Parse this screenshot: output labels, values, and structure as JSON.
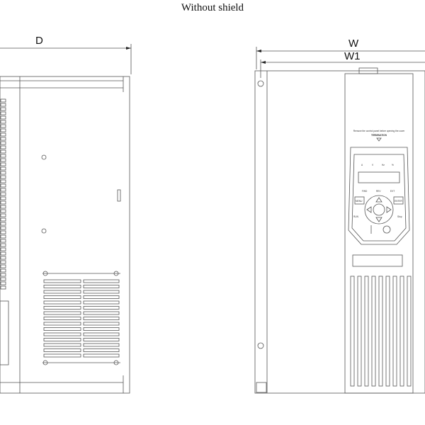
{
  "title": "Without shield",
  "dimensions": {
    "depth": "D",
    "width": "W",
    "width_inner": "W1"
  },
  "panel": {
    "warning": "Remove the control panel before opening the cover",
    "sub_label": "TERMINATION",
    "units": [
      "A",
      "V",
      "Hz",
      "%"
    ],
    "indicators": [
      "FWD",
      "REV",
      "EXT"
    ],
    "menu": "MENU",
    "enter": "ENTER",
    "run": "RUN",
    "stop": "Stop"
  }
}
